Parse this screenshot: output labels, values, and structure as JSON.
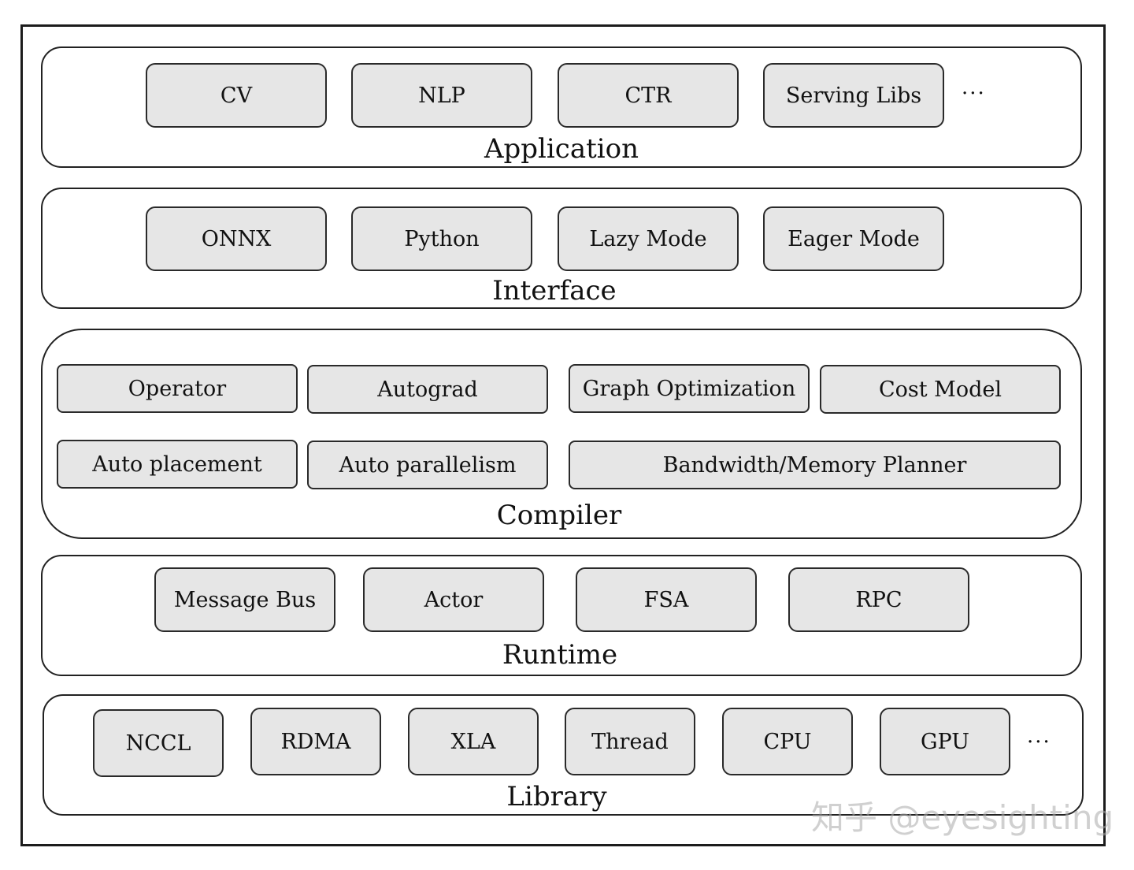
{
  "application": {
    "label": "Application",
    "items": [
      "CV",
      "NLP",
      "CTR",
      "Serving Libs"
    ],
    "ellipsis": "···"
  },
  "interface": {
    "label": "Interface",
    "items": [
      "ONNX",
      "Python",
      "Lazy Mode",
      "Eager Mode"
    ]
  },
  "compiler": {
    "label": "Compiler",
    "items": [
      "Operator",
      "Autograd",
      "Graph Optimization",
      "Cost Model",
      "Auto placement",
      "Auto parallelism",
      "Bandwidth/Memory Planner"
    ]
  },
  "runtime": {
    "label": "Runtime",
    "items": [
      "Message Bus",
      "Actor",
      "FSA",
      "RPC"
    ]
  },
  "library": {
    "label": "Library",
    "items": [
      "NCCL",
      "RDMA",
      "XLA",
      "Thread",
      "CPU",
      "GPU"
    ],
    "ellipsis": "···"
  },
  "watermark": "知乎 @eyesighting"
}
